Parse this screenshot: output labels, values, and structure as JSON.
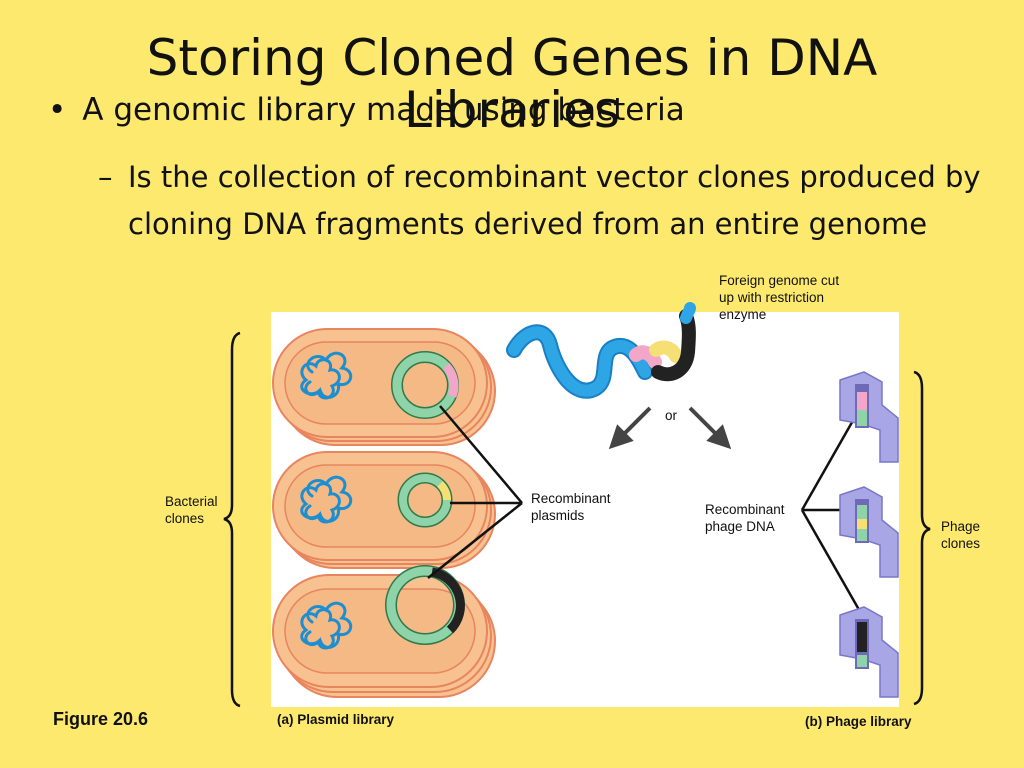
{
  "slide": {
    "title_line1": "Storing Cloned Genes in DNA",
    "title_line2": "Libraries",
    "bullet_marker": "•",
    "bullet": "A genomic library made using bacteria",
    "sub_marker": "–",
    "sub_text": "Is the collection of recombinant vector clones produced by cloning DNA fragments derived from an entire genome"
  },
  "figure": {
    "foreign_genome_label": "Foreign genome cut up with restriction enzyme",
    "or_label": "or",
    "bacterial_clones": "Bacterial clones",
    "recombinant_plasmids": "Recombinant plasmids",
    "recombinant_phage": "Recombinant phage DNA",
    "phage_clones": "Phage clones",
    "figure_number": "Figure 20.6",
    "plasmid_library": "(a) Plasmid library",
    "phage_library": "(b) Phage library",
    "colors": {
      "background": "#fde96e",
      "cell_fill": "#f7c28f",
      "cell_edge": "#e8845e",
      "chromosome": "#1d8fd1",
      "plasmid": "#8fd3a8",
      "phage_body": "#a9a6e6",
      "insert_pink": "#f2a6c8",
      "insert_yellow": "#f6df74",
      "insert_black": "#222222"
    }
  }
}
